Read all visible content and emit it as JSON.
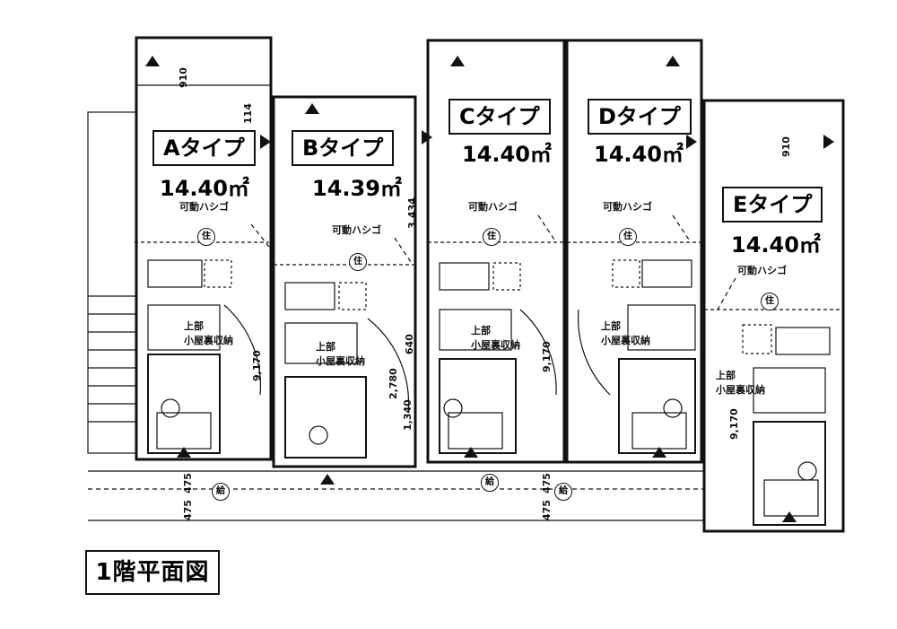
{
  "floor_title": "1階平面図",
  "units": [
    {
      "label": "Aタイプ",
      "area": "14.40㎡",
      "ladder": "可動ハシゴ",
      "loft": "上部\n小屋裏収納",
      "mark": "住"
    },
    {
      "label": "Bタイプ",
      "area": "14.39㎡",
      "ladder": "可動ハシゴ",
      "loft": "上部\n小屋裏収納",
      "mark": "住"
    },
    {
      "label": "Cタイプ",
      "area": "14.40㎡",
      "ladder": "可動ハシゴ",
      "loft": "上部\n小屋裏収納",
      "mark": "住"
    },
    {
      "label": "Dタイプ",
      "area": "14.40㎡",
      "ladder": "可動ハシゴ",
      "loft": "上部\n小屋裏収納",
      "mark": "住"
    },
    {
      "label": "Eタイプ",
      "area": "14.40㎡",
      "ladder": "可動ハシゴ",
      "loft": "上部\n小屋裏収納",
      "mark": "住"
    }
  ],
  "dimensions": {
    "d910a": "910",
    "d114": "114",
    "d3434": "3,434",
    "d9170a": "9,170",
    "d2780": "2,780",
    "d640": "640",
    "d1340": "1,340",
    "d9170c": "9,170",
    "d475a": "475",
    "d475b": "475",
    "d475c": "475",
    "d475d": "475",
    "d910e": "910",
    "d9170e": "9,170"
  },
  "meter_marks": [
    "給",
    "給",
    "給"
  ]
}
